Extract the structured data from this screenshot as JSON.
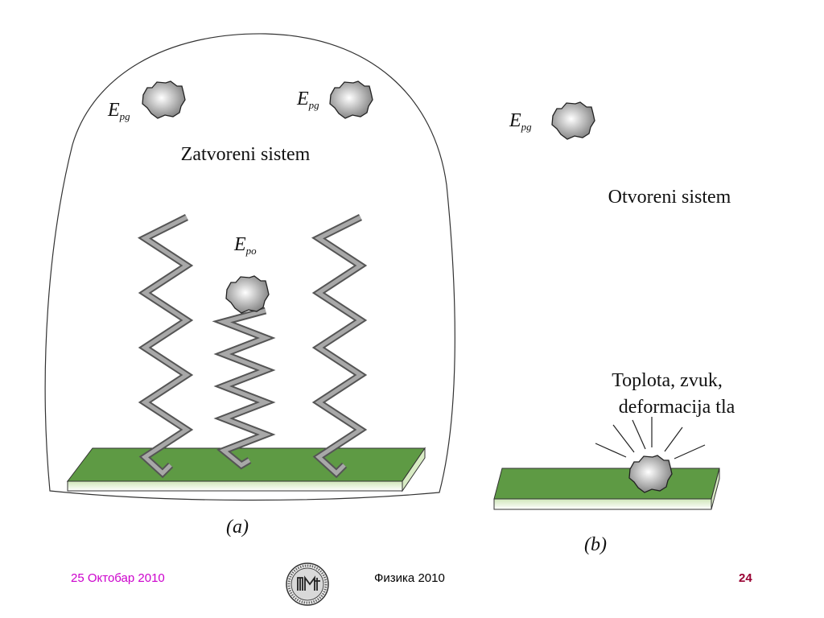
{
  "diagram": {
    "closed_system": {
      "title": "Zatvoreni sistem",
      "energy_labels": [
        {
          "symbol": "E",
          "subscript": "pg"
        },
        {
          "symbol": "E",
          "subscript": "pg"
        },
        {
          "symbol": "E",
          "subscript": "po"
        }
      ],
      "caption": "(a)"
    },
    "open_system": {
      "title": "Otvoreni sistem",
      "energy_label": {
        "symbol": "E",
        "subscript": "pg"
      },
      "impact_lines": [
        "Toplota, zvuk,",
        "deformacija tla"
      ],
      "caption": "(b)"
    }
  },
  "footer": {
    "date": "25 Октобар 2010",
    "course": "Физика 2010",
    "page_number": "24"
  },
  "colors": {
    "slab_green": "#5e9a44",
    "spring_gray": "#8a8a8a",
    "date_magenta": "#cc00cc",
    "page_number_red": "#990033"
  }
}
